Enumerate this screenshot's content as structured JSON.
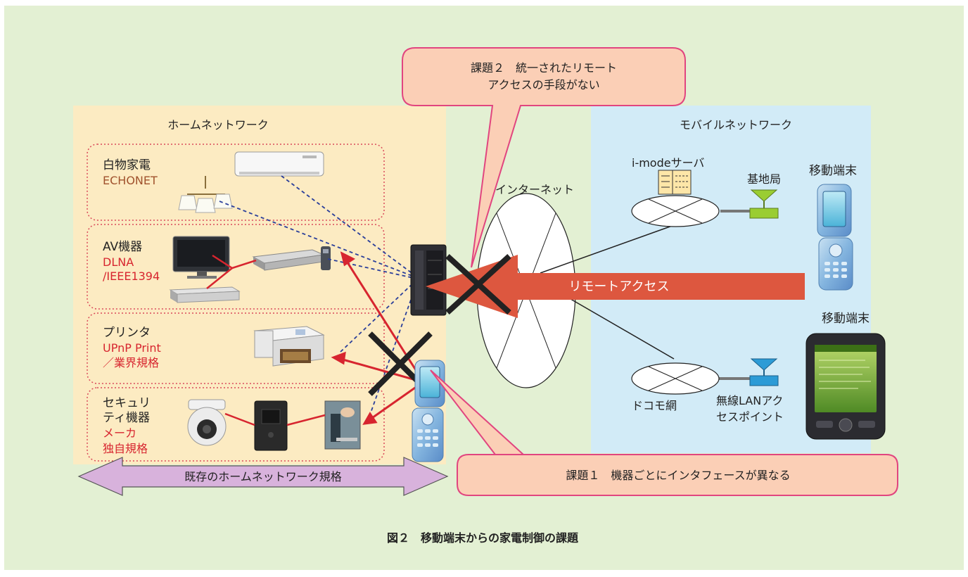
{
  "caption": "図２　移動端末からの家電制御の課題",
  "home_network": {
    "title": "ホームネットワーク",
    "groups": [
      {
        "name": "白物家電",
        "std": [
          "ECHONET"
        ]
      },
      {
        "name": "AV機器",
        "std": [
          "DLNA",
          "/IEEE1394"
        ]
      },
      {
        "name": "プリンタ",
        "std": [
          "UPnP Print",
          "／業界規格"
        ]
      },
      {
        "name_lines": [
          "セキュリ",
          "ティ機器"
        ],
        "std": [
          "メーカ",
          "独自規格"
        ]
      }
    ],
    "bottom_arrow_label": "既存のホームネットワーク規格"
  },
  "internet_label": "インターネット",
  "mobile_network": {
    "title": "モバイルネットワーク",
    "imode_server_label": "i-modeサーバ",
    "base_station_label": "基地局",
    "terminal_label_1": "移動端末",
    "terminal_label_2": "移動端末",
    "docomo_label": "ドコモ網",
    "wlan_label": [
      "無線LANアク",
      "セスポイント"
    ]
  },
  "remote_access_label": "リモートアクセス",
  "issue_2": [
    "課題２　統一されたリモート",
    "アクセスの手段がない"
  ],
  "issue_1": "課題１　機器ごとにインタフェースが異なる",
  "colors": {
    "background": "#e3f0d3",
    "home_area": "#fcebc2",
    "mobile_area": "#d2ebf7",
    "callout_fill": "#fbcfb6",
    "callout_stroke": "#e1457f",
    "group_border": "#d94a5a",
    "remote_arrow": "#dd573f",
    "red_line": "#d7252f",
    "blue_dash": "#2b3f9a",
    "bottom_arrow": "#d8b2dc",
    "std_brown": "#a0522d",
    "std_red": "#d7252f"
  }
}
